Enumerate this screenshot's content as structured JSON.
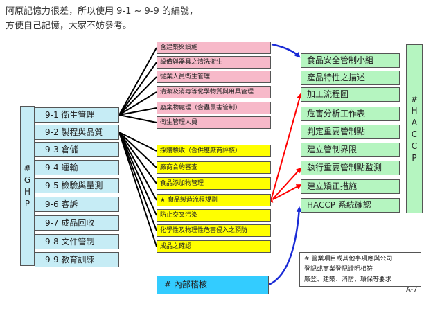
{
  "intro": [
    "阿原記憶力很差，所以使用 9-1 ~ 9-9 的編號，",
    "方便自己記憶，大家不妨參考。"
  ],
  "ghp_label": [
    "#",
    "G",
    "H",
    "P"
  ],
  "ghp_items": [
    "9-1 衛生管理",
    "9-2 製程與品質",
    "9-3 倉儲",
    "9-4 運輸",
    "9-5 檢驗與量測",
    "9-6 客訴",
    "9-7 成品回收",
    "9-8 文件管制",
    "9-9 教育訓練"
  ],
  "hygiene_items": [
    "含建築與設施",
    "設備與器具之清洗衛生",
    "從業人員衛生管理",
    "清潔及消毒等化學物質與用具管理",
    "廢棄物處理（含蟲鼠害管制）",
    "衛生管理人員"
  ],
  "process_items": [
    "採購驗收（含供應廠商評核）",
    "廠商合約審查",
    "食品添加物管理",
    "★ 食品製造流程規劃",
    "防止交叉污染",
    "化學性及物理性危害侵入之預防",
    "成品之確認"
  ],
  "haccp_items": [
    "食品安全管制小組",
    "產品特性之描述",
    "加工流程圖",
    "危害分析工作表",
    "判定重要管制點",
    "建立管制界限",
    "執行重要管制點監測",
    "建立矯正措施",
    "HACCP 系統確認"
  ],
  "haccp_label": [
    "#",
    "H",
    "A",
    "C",
    "C",
    "P"
  ],
  "audit": "# 內部稽核",
  "note": [
    "# 營業項目或其他事項應與公司",
    "登記或商業登記證明相符",
    "廠登、建築、消防、環保等要求"
  ],
  "page_num": "A-7",
  "colors": {
    "ghp": "#c6ecf5",
    "hygiene": "#f7b9c9",
    "process": "#ffff00",
    "haccp": "#b5f5c0",
    "audit": "#33ccff",
    "red_arrow": "#ff0000",
    "blue_arrow": "#1a2bd6"
  }
}
